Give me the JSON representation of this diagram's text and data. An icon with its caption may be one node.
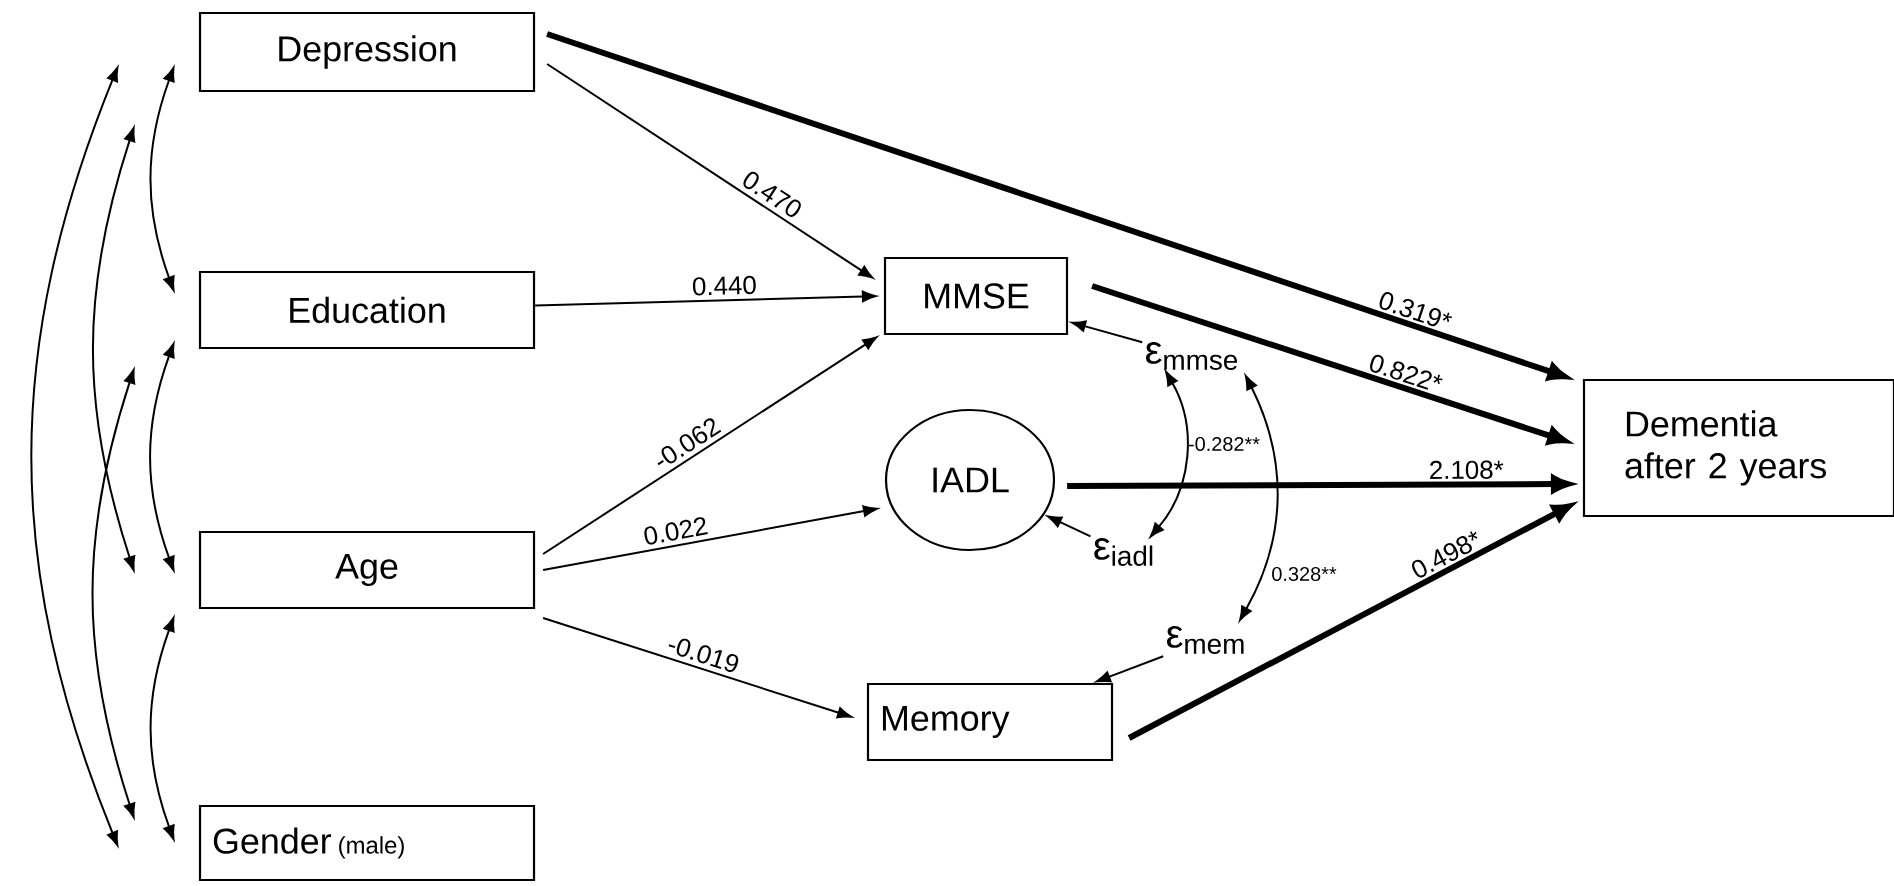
{
  "diagram": {
    "nodes": [
      {
        "text": [
          "Depression"
        ]
      },
      {
        "text": [
          "Education"
        ]
      },
      {
        "text": [
          "Age"
        ]
      },
      {
        "text": [
          "Gender",
          "(male)"
        ]
      },
      {
        "text": [
          "MMSE"
        ]
      },
      {
        "text": [
          "IADL"
        ]
      },
      {
        "text": [
          "Memory"
        ]
      },
      {
        "text": [
          "Dementia after 2 years"
        ]
      },
      {
        "text": [
          "ε$_{mmse}$"
        ]
      },
      {
        "text": [
          "ε$_{iadl}$"
        ]
      },
      {
        "text": [
          "ε$_{mem}$"
        ]
      }
    ],
    "edges": [
      {
        "from": 0,
        "to": 4,
        "arrow": "to",
        "label": "0.470"
      },
      {
        "from": 1,
        "to": 4,
        "arrow": "to",
        "label": "0.440"
      },
      {
        "from": 2,
        "to": 4,
        "arrow": "to",
        "label": "-0.062"
      },
      {
        "from": 2,
        "to": 5,
        "arrow": "to",
        "label": "0.022"
      },
      {
        "from": 2,
        "to": 6,
        "arrow": "to",
        "label": "-0.019"
      },
      {
        "from": 0,
        "to": 7,
        "arrow": "to",
        "label": "0.319*",
        "style": "thick"
      },
      {
        "from": 4,
        "to": 7,
        "arrow": "to",
        "label": "0.822*",
        "style": "thick"
      },
      {
        "from": 5,
        "to": 7,
        "arrow": "to",
        "label": "2.108*",
        "style": "thick"
      },
      {
        "from": 6,
        "to": 7,
        "arrow": "to",
        "label": "0.498*",
        "style": "thick"
      },
      {
        "from": 8,
        "to": 4,
        "arrow": "to"
      },
      {
        "from": 9,
        "to": 5,
        "arrow": "to"
      },
      {
        "from": 10,
        "to": 6,
        "arrow": "to"
      },
      {
        "from": 8,
        "to": 9,
        "arrow": "both",
        "label": "-0.282**"
      },
      {
        "from": 8,
        "to": 10,
        "arrow": "both",
        "label": "0.328**"
      },
      {
        "from": 0,
        "to": 1,
        "arrow": "both"
      },
      {
        "from": 0,
        "to": 2,
        "arrow": "both"
      },
      {
        "from": 0,
        "to": 3,
        "arrow": "both"
      },
      {
        "from": 1,
        "to": 2,
        "arrow": "both"
      },
      {
        "from": 1,
        "to": 3,
        "arrow": "both"
      },
      {
        "from": 2,
        "to": 3,
        "arrow": "both"
      }
    ]
  }
}
